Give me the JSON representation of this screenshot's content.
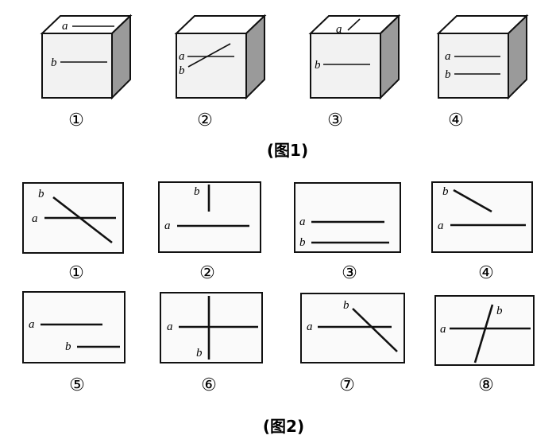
{
  "figure1": {
    "caption": "(图1)",
    "cubes": [
      {
        "number": "①",
        "label_a": "a",
        "label_b": "b"
      },
      {
        "number": "②",
        "label_a": "a",
        "label_b": "b"
      },
      {
        "number": "③",
        "label_a": "a",
        "label_b": "b"
      },
      {
        "number": "④",
        "label_a": "a",
        "label_b": "b"
      }
    ]
  },
  "figure2": {
    "caption": "(图2)",
    "panels": [
      {
        "number": "①",
        "label_a": "a",
        "label_b": "b"
      },
      {
        "number": "②",
        "label_a": "a",
        "label_b": "b"
      },
      {
        "number": "③",
        "label_a": "a",
        "label_b": "b"
      },
      {
        "number": "④",
        "label_a": "a",
        "label_b": "b"
      },
      {
        "number": "⑤",
        "label_a": "a",
        "label_b": "b"
      },
      {
        "number": "⑥",
        "label_a": "a",
        "label_b": "b"
      },
      {
        "number": "⑦",
        "label_a": "a",
        "label_b": "b"
      },
      {
        "number": "⑧",
        "label_a": "a",
        "label_b": "b"
      }
    ]
  },
  "colors": {
    "stroke": "#111111",
    "front": "#f2f2f2",
    "top": "#ffffff",
    "side": "#9a9a9a",
    "panel_bg": "#fafafa"
  }
}
